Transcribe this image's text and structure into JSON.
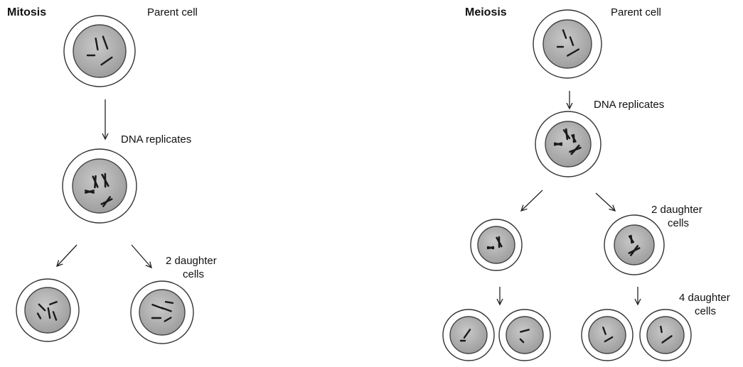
{
  "mitosis": {
    "title": "Mitosis",
    "parent_label": "Parent cell",
    "replicate_label": "DNA replicates",
    "daughters_label_1": "2 daughter",
    "daughters_label_2": "cells"
  },
  "meiosis": {
    "title": "Meiosis",
    "parent_label": "Parent cell",
    "replicate_label": "DNA replicates",
    "daughters2_label_1": "2 daughter",
    "daughters2_label_2": "cells",
    "daughters4_label_1": "4 daughter",
    "daughters4_label_2": "cells"
  }
}
